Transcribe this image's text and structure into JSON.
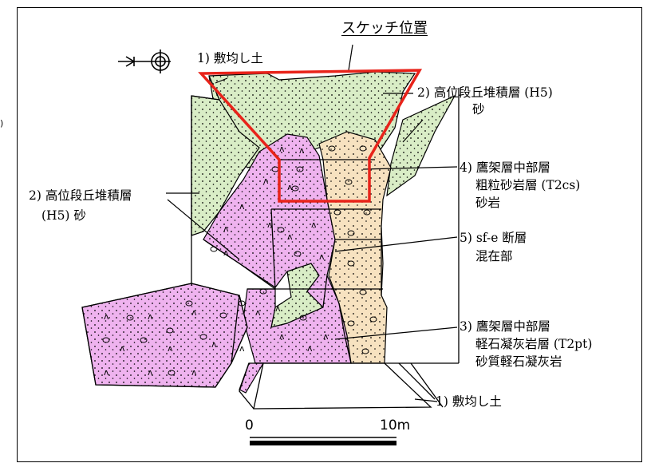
{
  "title": "スケッチ位置",
  "edge_mark": ")",
  "labels": {
    "fill_top": "1) 敷均し土",
    "terrace_right_1": "2) 高位段丘堆積層 (H5)",
    "terrace_right_2": "砂",
    "terrace_left_1": "2) 高位段丘堆積層",
    "terrace_left_2": "(H5) 砂",
    "takanosu_cs_1": "4) 鷹架層中部層",
    "takanosu_cs_2": "粗粒砂岩層 (T2cs)",
    "takanosu_cs_3": "砂岩",
    "fault_1": "5) sf-e 断層",
    "fault_2": "混在部",
    "takanosu_pt_1": "3) 鷹架層中部層",
    "takanosu_pt_2": "軽石凝灰岩層 (T2pt)",
    "takanosu_pt_3": "砂質軽石凝灰岩",
    "fill_bottom": "1) 敷均し土"
  },
  "scale": {
    "start": "0",
    "end": "10m"
  },
  "colors": {
    "terrace_green": "#d9edc6",
    "pumice_tuff_pink": "#efb3ef",
    "sandstone_tan": "#f7e2c0",
    "sketch_frame_red": "#e8231a"
  },
  "icons": {
    "north_arrow": "north-arrow-icon"
  }
}
